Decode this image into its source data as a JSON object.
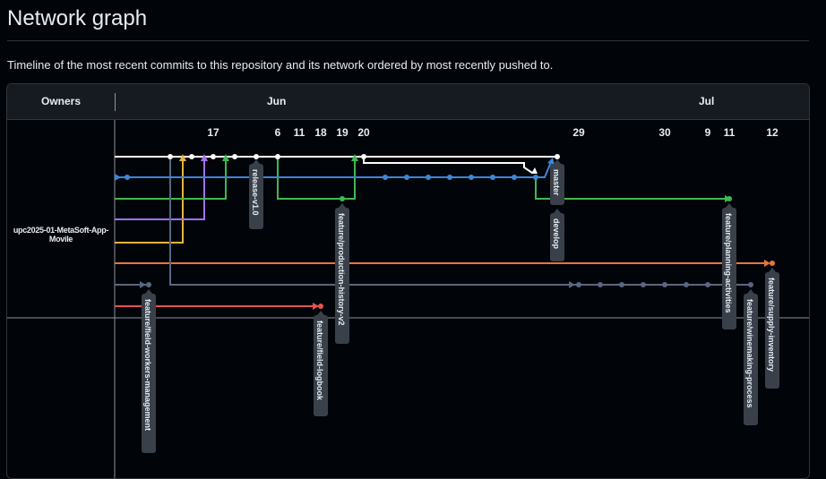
{
  "page": {
    "title": "Network graph",
    "description": "Timeline of the most recent commits to this repository and its network ordered by most recently pushed to."
  },
  "graph": {
    "owners_label": "Owners",
    "owner": "upc2025-01-MetaSoft-App-Movile",
    "months": [
      "Jun",
      "Jul"
    ],
    "days": [
      "17",
      "6",
      "11",
      "18",
      "19",
      "20",
      "29",
      "30",
      "9",
      "11",
      "12"
    ],
    "labels": [
      "release-v1.0",
      "master",
      "develop",
      "feature/production-history-v2",
      "feature/planning-activities",
      "feature/supply-inventory",
      "feature/winemaking-process",
      "feature/field-logbook",
      "feature/field-workers-management"
    ]
  },
  "colors": {
    "white": "#ffffff",
    "blue": "#3d86d9",
    "green": "#3fb950",
    "purple": "#a371f7",
    "yellow": "#e3b341",
    "orange": "#e8743b",
    "slate": "#566882",
    "red": "#e5534b",
    "label_bg": "#3a4049"
  }
}
